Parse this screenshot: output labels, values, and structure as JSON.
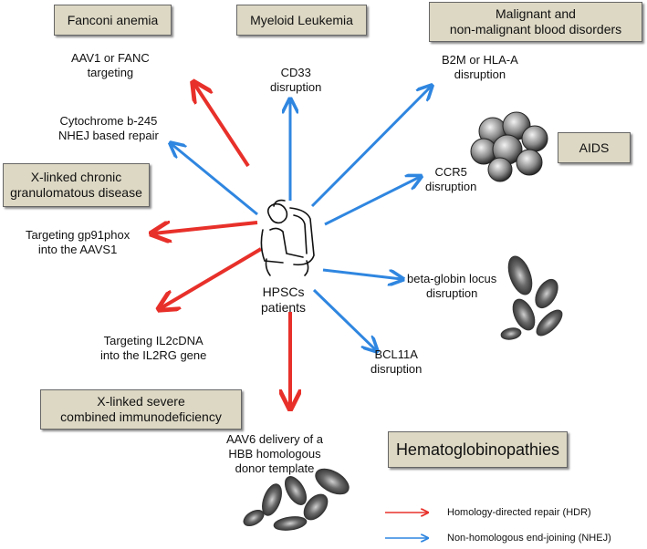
{
  "boxes": {
    "fanconi": "Fanconi anemia",
    "myeloid": "Myeloid Leukemia",
    "malignant_1": "Malignant and",
    "malignant_2": "non-malignant blood disorders",
    "aids": "AIDS",
    "cgd_1": "X-linked chronic",
    "cgd_2": "granulomatous disease",
    "scid_1": "X-linked severe",
    "scid_2": "combined immunodeficiency",
    "hemato": "Hematoglobinopathies"
  },
  "labels": {
    "aav1_1": "AAV1 or FANC",
    "aav1_2": "targeting",
    "cd33_1": "CD33",
    "cd33_2": "disruption",
    "b2m_1": "B2M or HLA-A",
    "b2m_2": "disruption",
    "cyto_1": "Cytochrome b-245",
    "cyto_2": "NHEJ based repair",
    "ccr5_1": "CCR5",
    "ccr5_2": "disruption",
    "gp91_1": "Targeting gp91phox",
    "gp91_2": "into the AAVS1",
    "beta_1": "beta-globin locus",
    "beta_2": "disruption",
    "il2_1": "Targeting IL2cDNA",
    "il2_2": "into the IL2RG gene",
    "bcl_1": "BCL11A",
    "bcl_2": "disruption",
    "aav6_1": "AAV6 delivery of a",
    "aav6_2": "HBB homologous",
    "aav6_3": "donor template",
    "center_1": "HPSCs",
    "center_2": "patients"
  },
  "legend": {
    "hdr": "Homology-directed repair (HDR)",
    "nhej": "Non-homologous end-joining (NHEJ)"
  },
  "colors": {
    "hdr": "#e8302a",
    "nhej": "#2f86e0",
    "box_fill": "#ddd8c4"
  }
}
